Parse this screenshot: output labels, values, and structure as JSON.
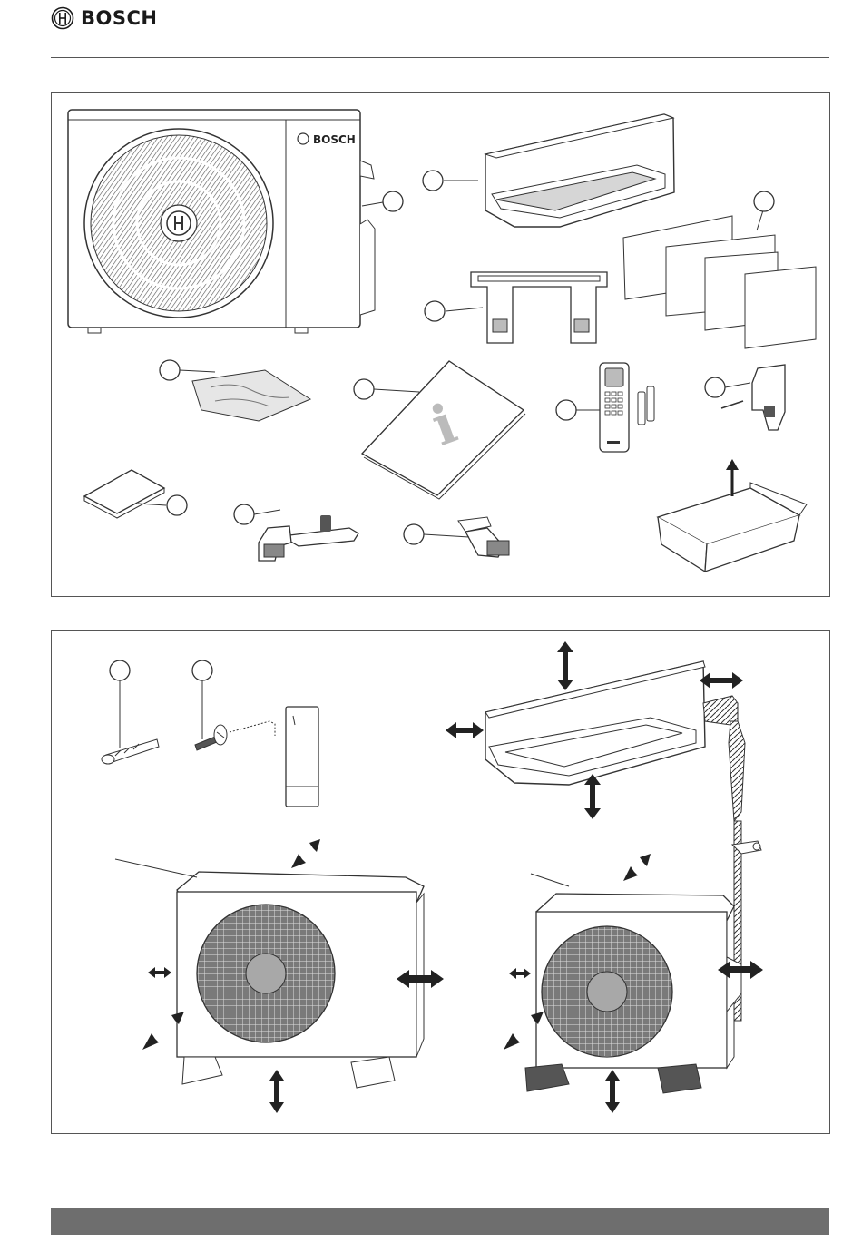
{
  "brand": {
    "name": "BOSCH",
    "icon": "bosch-armature-logo-icon"
  },
  "figure1": {
    "unit_label": "BOSCH",
    "contents": [
      "outdoor-unit",
      "indoor-unit",
      "mounting-plate",
      "documentation-sheets",
      "accessory-bag",
      "info-manual",
      "remote-control",
      "holder-with-screw",
      "booklet",
      "drain-connector-set",
      "drain-elbow",
      "packaging-box"
    ],
    "info_glyph": "i"
  },
  "figure2": {
    "items": [
      "wall-plug",
      "screw",
      "remote-holder",
      "indoor-unit-clearance",
      "outdoor-unit-clearance-a",
      "outdoor-unit-clearance-b"
    ]
  },
  "colors": {
    "line": "#333333",
    "fan_grey": "#7a7a7a",
    "hub_grey": "#a8a8a8",
    "footer_bar": "#6e6e6e"
  }
}
